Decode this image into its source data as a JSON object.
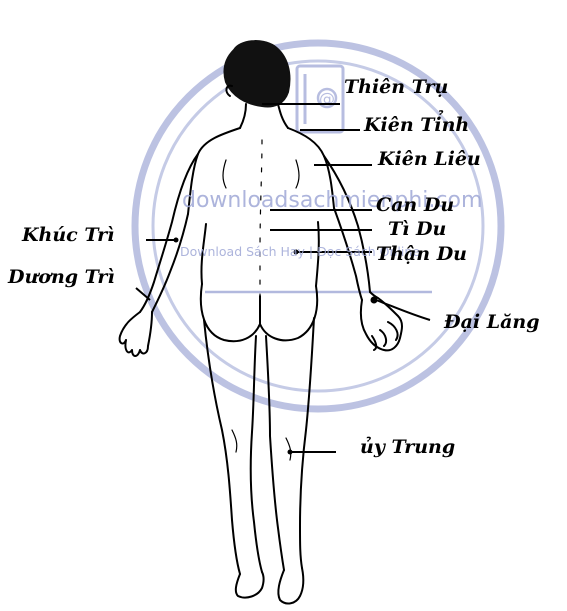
{
  "labels": {
    "thien_tru": "Thiên Trụ",
    "kien_tinh": "Kiên Tỉnh",
    "kien_lieu": "Kiên Liêu",
    "can_du": "Can Du",
    "ti_du": "Tì Du",
    "than_du": "Thận Du",
    "dai_lang": "Đại Lăng",
    "khuc_tri": "Khúc Trì",
    "duong_tri": "Dương Trì",
    "uy_trung": "ủy Trung"
  },
  "watermark": {
    "site": "downloadsachmienphi.com",
    "slogan": "Download Sách Hay | Đọc Sách Online",
    "color": "#9fa8d6"
  },
  "colors": {
    "ink": "#000000",
    "watermark": "#9fa8d6"
  }
}
